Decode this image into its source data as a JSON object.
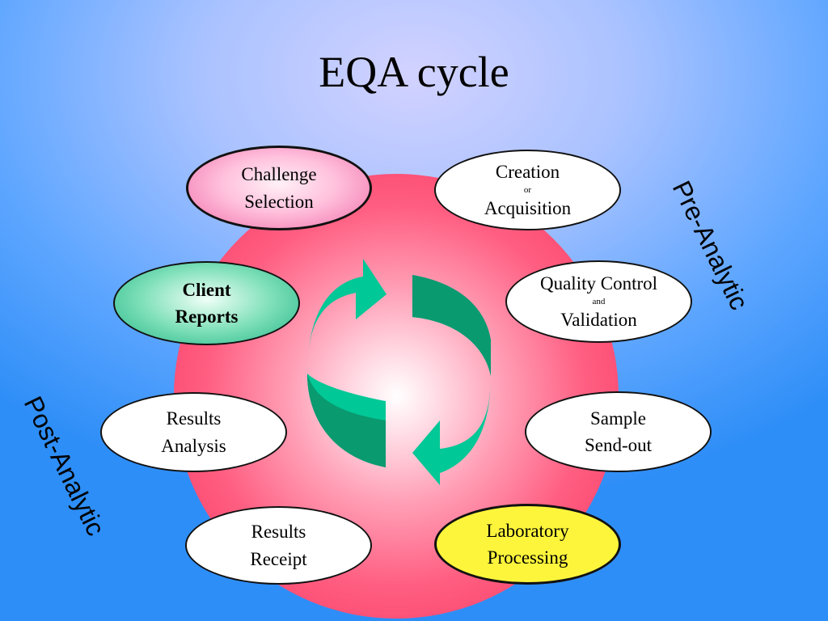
{
  "title": "EQA cycle",
  "nodes": {
    "challenge_selection": {
      "line1": "Challenge",
      "line2": "Selection"
    },
    "creation": {
      "line1": "Creation",
      "connector": "or",
      "line2": "Acquisition"
    },
    "quality_control": {
      "line1": "Quality Control",
      "connector": "and",
      "line2": "Validation"
    },
    "sample_sendout": {
      "line1": "Sample",
      "line2": "Send-out"
    },
    "lab_processing": {
      "line1": "Laboratory",
      "line2": "Processing"
    },
    "results_receipt": {
      "line1": "Results",
      "line2": "Receipt"
    },
    "results_analysis": {
      "line1": "Results",
      "line2": "Analysis"
    },
    "client_reports": {
      "line1": "Client",
      "line2": "Reports"
    }
  },
  "labels": {
    "pre": "Pre-Analytic",
    "post": "Post-Analytic"
  },
  "colors": {
    "circle": "#f62e5a",
    "arrow_light": "#00c896",
    "arrow_dark": "#0a9a70",
    "challenge_fill": "#ffc0dc",
    "client_fill": "#7fe0b9",
    "lab_fill": "#fdf53c"
  }
}
